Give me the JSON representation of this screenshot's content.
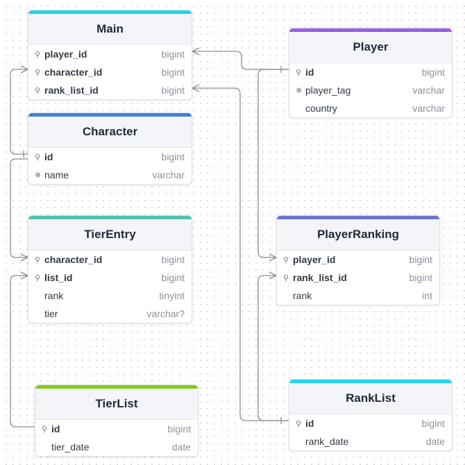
{
  "tables": {
    "main": {
      "name": "Main",
      "color": "#22d3ee",
      "fields": [
        {
          "name": "player_id",
          "type": "bigint",
          "icon": "key-icon"
        },
        {
          "name": "character_id",
          "type": "bigint",
          "icon": "key-icon"
        },
        {
          "name": "rank_list_id",
          "type": "bigint",
          "icon": "key-icon"
        }
      ]
    },
    "character": {
      "name": "Character",
      "color": "#3b82d6",
      "fields": [
        {
          "name": "id",
          "type": "bigint",
          "icon": "key-icon"
        },
        {
          "name": "name",
          "type": "varchar",
          "icon": "snowflake-icon"
        }
      ]
    },
    "tierentry": {
      "name": "TierEntry",
      "color": "#4fc3b4",
      "fields": [
        {
          "name": "character_id",
          "type": "bigint",
          "icon": "key-icon"
        },
        {
          "name": "list_id",
          "type": "bigint",
          "icon": "key-icon"
        },
        {
          "name": "rank",
          "type": "tinyint",
          "icon": ""
        },
        {
          "name": "tier",
          "type": "varchar?",
          "icon": ""
        }
      ]
    },
    "tierlist": {
      "name": "TierList",
      "color": "#84cc16",
      "fields": [
        {
          "name": "id",
          "type": "bigint",
          "icon": "key-icon"
        },
        {
          "name": "tier_date",
          "type": "date",
          "icon": ""
        }
      ]
    },
    "player": {
      "name": "Player",
      "color": "#9b5de5",
      "fields": [
        {
          "name": "id",
          "type": "bigint",
          "icon": "key-icon"
        },
        {
          "name": "player_tag",
          "type": "varchar",
          "icon": "snowflake-icon"
        },
        {
          "name": "country",
          "type": "varchar",
          "icon": ""
        }
      ]
    },
    "playerranking": {
      "name": "PlayerRanking",
      "color": "#6b73d1",
      "fields": [
        {
          "name": "player_id",
          "type": "bigint",
          "icon": "key-icon"
        },
        {
          "name": "rank_list_id",
          "type": "bigint",
          "icon": "key-icon"
        },
        {
          "name": "rank",
          "type": "int",
          "icon": ""
        }
      ]
    },
    "ranklist": {
      "name": "RankList",
      "color": "#22d3ee",
      "fields": [
        {
          "name": "id",
          "type": "bigint",
          "icon": "key-icon"
        },
        {
          "name": "rank_date",
          "type": "date",
          "icon": ""
        }
      ]
    }
  }
}
